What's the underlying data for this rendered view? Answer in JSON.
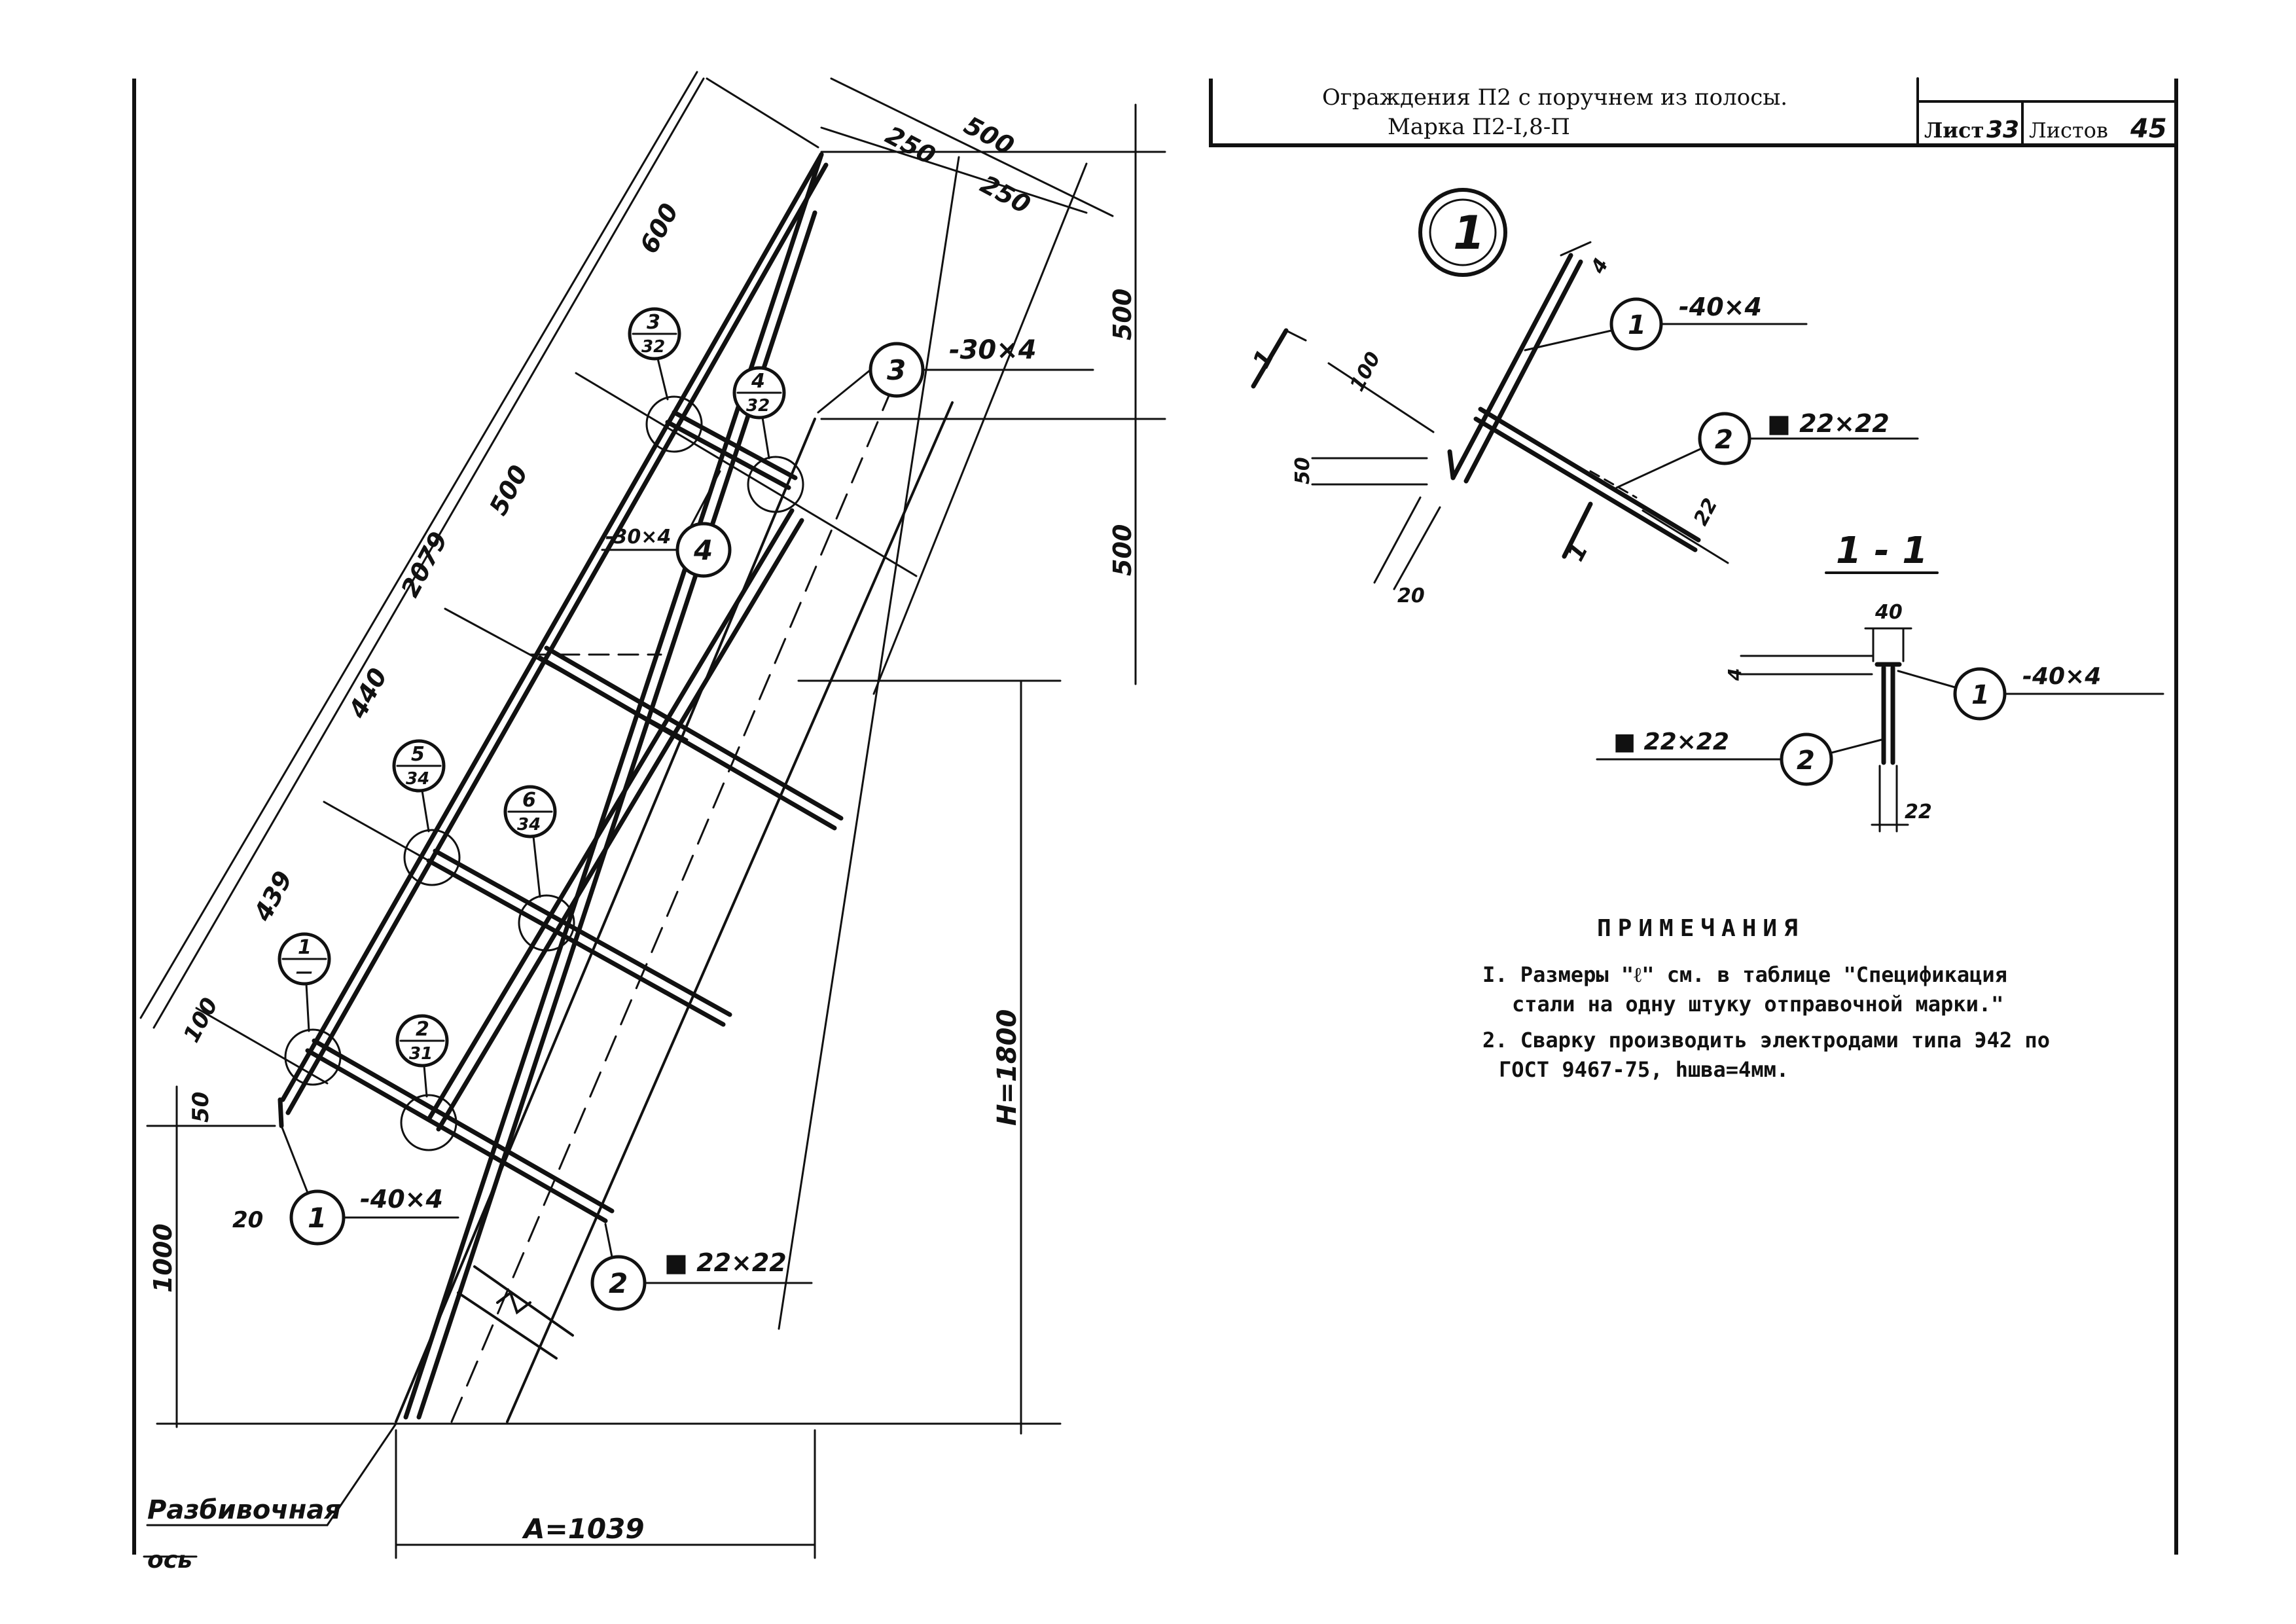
{
  "title_block": {
    "title_line1": "Ограждения П2 с поручнем из полосы.",
    "title_line2": "Марка П2-I,8-П",
    "sheet_label": "Лист",
    "sheet_number": "33",
    "sheets_label": "Листов",
    "sheets_total": "45"
  },
  "main_view": {
    "dims_diagonal": [
      "500",
      "250",
      "250",
      "600",
      "500",
      "2079",
      "440",
      "439",
      "100"
    ],
    "dims_vertical_right": [
      "500",
      "500"
    ],
    "dims_left": [
      "50",
      "20",
      "1000"
    ],
    "height_label": "H=1800",
    "base_label": "A=1039",
    "axis_label_line1": "Разбивочная",
    "axis_label_line2": "ось",
    "callouts": [
      {
        "num": "3",
        "sheet": "32"
      },
      {
        "num": "4",
        "sheet": "32"
      },
      {
        "num": "5",
        "sheet": "34"
      },
      {
        "num": "6",
        "sheet": "34"
      },
      {
        "num": "1",
        "sheet": "—"
      },
      {
        "num": "2",
        "sheet": "31"
      }
    ],
    "parts": [
      {
        "pos": "1",
        "spec": "-40×4"
      },
      {
        "pos": "2",
        "spec": "■ 22×22"
      },
      {
        "pos": "3",
        "spec": "-30×4"
      },
      {
        "pos": "4",
        "spec": "-30×4"
      }
    ]
  },
  "detail_1": {
    "title": "1",
    "dims": [
      "4",
      "100",
      "50",
      "20",
      "22"
    ],
    "section_mark": "1",
    "parts": [
      {
        "pos": "1",
        "spec": "-40×4"
      },
      {
        "pos": "2",
        "spec": "■ 22×22"
      }
    ]
  },
  "section_1_1": {
    "title": "1 - 1",
    "dims": [
      "40",
      "4",
      "22"
    ],
    "parts": [
      {
        "pos": "1",
        "spec": "-40×4"
      },
      {
        "pos": "2",
        "spec": "■ 22×22"
      }
    ]
  },
  "notes": {
    "heading": "ПРИМЕЧАНИЯ",
    "items": [
      "I. Размеры \"ℓ\" см. в таблице \"Спецификация",
      "стали на одну штуку отправочной марки.\"",
      "2. Сварку производить электродами типа Э42 по",
      "ГОСТ 9467-75, hшва=4мм."
    ]
  }
}
